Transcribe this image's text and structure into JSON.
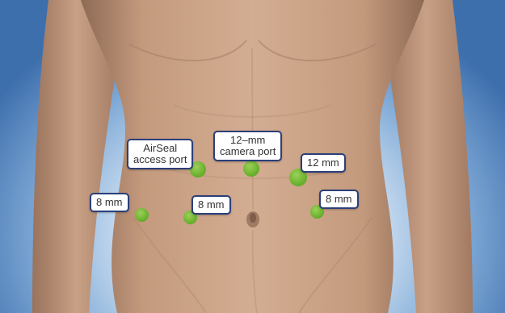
{
  "diagram": {
    "labels": {
      "airseal_line1": "AirSeal",
      "airseal_line2": "access port",
      "camera_line1": "12–mm",
      "camera_line2": "camera port",
      "right_12": "12 mm",
      "left_8": "8 mm",
      "center_8": "8 mm",
      "right_8": "8 mm"
    },
    "colors": {
      "port_green": "#6bb22e",
      "label_border": "#2b3f7a",
      "background_blue": "#3e6fad",
      "skin": "#c9a184"
    }
  }
}
